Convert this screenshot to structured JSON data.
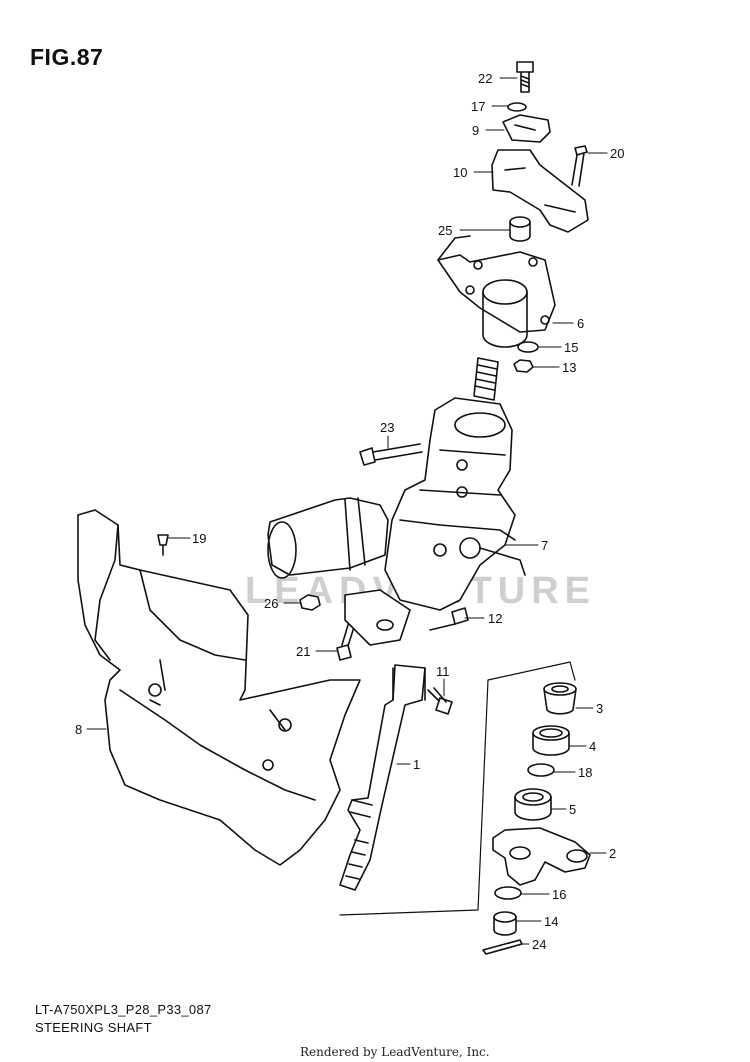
{
  "figure": {
    "title": "FIG.87",
    "model_code": "LT-A750XPL3_P28_P33_087",
    "assembly_name": "STEERING SHAFT",
    "rendered_by": "Rendered by LeadVenture, Inc.",
    "watermark": "LEADVENTURE"
  },
  "callouts": [
    {
      "id": "c22",
      "label": "22"
    },
    {
      "id": "c17",
      "label": "17"
    },
    {
      "id": "c9",
      "label": "9"
    },
    {
      "id": "c20",
      "label": "20"
    },
    {
      "id": "c10",
      "label": "10"
    },
    {
      "id": "c25",
      "label": "25"
    },
    {
      "id": "c6",
      "label": "6"
    },
    {
      "id": "c15",
      "label": "15"
    },
    {
      "id": "c13",
      "label": "13"
    },
    {
      "id": "c23",
      "label": "23"
    },
    {
      "id": "c19",
      "label": "19"
    },
    {
      "id": "c7",
      "label": "7"
    },
    {
      "id": "c26",
      "label": "26"
    },
    {
      "id": "c12",
      "label": "12"
    },
    {
      "id": "c21",
      "label": "21"
    },
    {
      "id": "c11",
      "label": "11"
    },
    {
      "id": "c3",
      "label": "3"
    },
    {
      "id": "c8",
      "label": "8"
    },
    {
      "id": "c4",
      "label": "4"
    },
    {
      "id": "c1",
      "label": "1"
    },
    {
      "id": "c18",
      "label": "18"
    },
    {
      "id": "c5",
      "label": "5"
    },
    {
      "id": "c2",
      "label": "2"
    },
    {
      "id": "c16",
      "label": "16"
    },
    {
      "id": "c14",
      "label": "14"
    },
    {
      "id": "c24",
      "label": "24"
    }
  ]
}
